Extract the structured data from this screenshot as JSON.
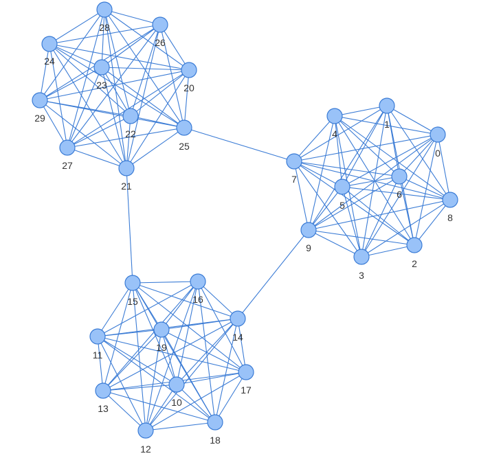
{
  "graph": {
    "node_fill": "#99c2f8",
    "edge_color": "#3a7bd5",
    "label_color": "#333333",
    "nodes": [
      {
        "id": "0"
      },
      {
        "id": "1"
      },
      {
        "id": "2"
      },
      {
        "id": "3"
      },
      {
        "id": "4"
      },
      {
        "id": "5"
      },
      {
        "id": "6"
      },
      {
        "id": "7"
      },
      {
        "id": "8"
      },
      {
        "id": "9"
      },
      {
        "id": "10"
      },
      {
        "id": "11"
      },
      {
        "id": "12"
      },
      {
        "id": "13"
      },
      {
        "id": "14"
      },
      {
        "id": "15"
      },
      {
        "id": "16"
      },
      {
        "id": "17"
      },
      {
        "id": "18"
      },
      {
        "id": "19"
      },
      {
        "id": "20"
      },
      {
        "id": "21"
      },
      {
        "id": "22"
      },
      {
        "id": "23"
      },
      {
        "id": "24"
      },
      {
        "id": "25"
      },
      {
        "id": "26"
      },
      {
        "id": "27"
      },
      {
        "id": "28"
      },
      {
        "id": "29"
      }
    ],
    "edges": [
      [
        "0",
        "1"
      ],
      [
        "0",
        "2"
      ],
      [
        "0",
        "3"
      ],
      [
        "0",
        "4"
      ],
      [
        "0",
        "5"
      ],
      [
        "0",
        "6"
      ],
      [
        "0",
        "7"
      ],
      [
        "0",
        "8"
      ],
      [
        "0",
        "9"
      ],
      [
        "1",
        "2"
      ],
      [
        "1",
        "3"
      ],
      [
        "1",
        "4"
      ],
      [
        "1",
        "5"
      ],
      [
        "1",
        "6"
      ],
      [
        "1",
        "7"
      ],
      [
        "1",
        "8"
      ],
      [
        "1",
        "9"
      ],
      [
        "2",
        "3"
      ],
      [
        "2",
        "4"
      ],
      [
        "2",
        "5"
      ],
      [
        "2",
        "6"
      ],
      [
        "2",
        "7"
      ],
      [
        "2",
        "8"
      ],
      [
        "2",
        "9"
      ],
      [
        "3",
        "4"
      ],
      [
        "3",
        "5"
      ],
      [
        "3",
        "6"
      ],
      [
        "3",
        "7"
      ],
      [
        "3",
        "8"
      ],
      [
        "3",
        "9"
      ],
      [
        "4",
        "5"
      ],
      [
        "4",
        "6"
      ],
      [
        "4",
        "7"
      ],
      [
        "4",
        "8"
      ],
      [
        "4",
        "9"
      ],
      [
        "5",
        "6"
      ],
      [
        "5",
        "7"
      ],
      [
        "5",
        "8"
      ],
      [
        "5",
        "9"
      ],
      [
        "6",
        "7"
      ],
      [
        "6",
        "8"
      ],
      [
        "6",
        "9"
      ],
      [
        "7",
        "8"
      ],
      [
        "7",
        "9"
      ],
      [
        "8",
        "9"
      ],
      [
        "10",
        "11"
      ],
      [
        "10",
        "12"
      ],
      [
        "10",
        "13"
      ],
      [
        "10",
        "14"
      ],
      [
        "10",
        "15"
      ],
      [
        "10",
        "16"
      ],
      [
        "10",
        "17"
      ],
      [
        "10",
        "18"
      ],
      [
        "10",
        "19"
      ],
      [
        "11",
        "12"
      ],
      [
        "11",
        "13"
      ],
      [
        "11",
        "14"
      ],
      [
        "11",
        "15"
      ],
      [
        "11",
        "16"
      ],
      [
        "11",
        "17"
      ],
      [
        "11",
        "18"
      ],
      [
        "11",
        "19"
      ],
      [
        "12",
        "13"
      ],
      [
        "12",
        "14"
      ],
      [
        "12",
        "15"
      ],
      [
        "12",
        "16"
      ],
      [
        "12",
        "17"
      ],
      [
        "12",
        "18"
      ],
      [
        "12",
        "19"
      ],
      [
        "13",
        "14"
      ],
      [
        "13",
        "15"
      ],
      [
        "13",
        "16"
      ],
      [
        "13",
        "17"
      ],
      [
        "13",
        "18"
      ],
      [
        "13",
        "19"
      ],
      [
        "14",
        "15"
      ],
      [
        "14",
        "16"
      ],
      [
        "14",
        "17"
      ],
      [
        "14",
        "18"
      ],
      [
        "14",
        "19"
      ],
      [
        "15",
        "16"
      ],
      [
        "15",
        "17"
      ],
      [
        "15",
        "18"
      ],
      [
        "15",
        "19"
      ],
      [
        "16",
        "17"
      ],
      [
        "16",
        "18"
      ],
      [
        "16",
        "19"
      ],
      [
        "17",
        "18"
      ],
      [
        "17",
        "19"
      ],
      [
        "18",
        "19"
      ],
      [
        "20",
        "21"
      ],
      [
        "20",
        "22"
      ],
      [
        "20",
        "23"
      ],
      [
        "20",
        "24"
      ],
      [
        "20",
        "25"
      ],
      [
        "20",
        "26"
      ],
      [
        "20",
        "27"
      ],
      [
        "20",
        "28"
      ],
      [
        "20",
        "29"
      ],
      [
        "21",
        "22"
      ],
      [
        "21",
        "23"
      ],
      [
        "21",
        "24"
      ],
      [
        "21",
        "25"
      ],
      [
        "21",
        "26"
      ],
      [
        "21",
        "27"
      ],
      [
        "21",
        "28"
      ],
      [
        "21",
        "29"
      ],
      [
        "22",
        "23"
      ],
      [
        "22",
        "24"
      ],
      [
        "22",
        "25"
      ],
      [
        "22",
        "26"
      ],
      [
        "22",
        "27"
      ],
      [
        "22",
        "28"
      ],
      [
        "22",
        "29"
      ],
      [
        "23",
        "24"
      ],
      [
        "23",
        "25"
      ],
      [
        "23",
        "26"
      ],
      [
        "23",
        "27"
      ],
      [
        "23",
        "28"
      ],
      [
        "23",
        "29"
      ],
      [
        "24",
        "25"
      ],
      [
        "24",
        "26"
      ],
      [
        "24",
        "27"
      ],
      [
        "24",
        "28"
      ],
      [
        "24",
        "29"
      ],
      [
        "25",
        "26"
      ],
      [
        "25",
        "27"
      ],
      [
        "25",
        "28"
      ],
      [
        "25",
        "29"
      ],
      [
        "26",
        "27"
      ],
      [
        "26",
        "28"
      ],
      [
        "26",
        "29"
      ],
      [
        "27",
        "28"
      ],
      [
        "27",
        "29"
      ],
      [
        "28",
        "29"
      ],
      [
        "25",
        "7"
      ],
      [
        "21",
        "15"
      ],
      [
        "14",
        "9"
      ]
    ]
  }
}
